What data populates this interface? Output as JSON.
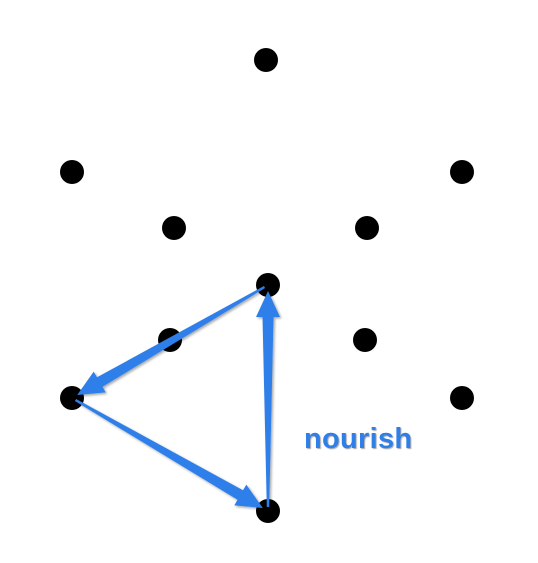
{
  "label": {
    "text": "nourish"
  },
  "colors": {
    "dot": "#000000",
    "arrow": "#2f7fe9",
    "label": "#2f7fe9",
    "background": "#ffffff"
  },
  "dots": [
    {
      "name": "dot-top"
    },
    {
      "name": "dot-upper-left"
    },
    {
      "name": "dot-upper-right"
    },
    {
      "name": "dot-inner-upper-left"
    },
    {
      "name": "dot-inner-upper-right"
    },
    {
      "name": "dot-center"
    },
    {
      "name": "dot-inner-lower-left"
    },
    {
      "name": "dot-inner-lower-right"
    },
    {
      "name": "dot-lower-left"
    },
    {
      "name": "dot-lower-right"
    },
    {
      "name": "dot-bottom"
    }
  ],
  "arrows": [
    {
      "name": "arrow-center-to-lower-left",
      "from": "dot-center",
      "to": "dot-lower-left"
    },
    {
      "name": "arrow-lower-left-to-bottom",
      "from": "dot-lower-left",
      "to": "dot-bottom"
    },
    {
      "name": "arrow-bottom-to-center",
      "from": "dot-bottom",
      "to": "dot-center"
    }
  ]
}
